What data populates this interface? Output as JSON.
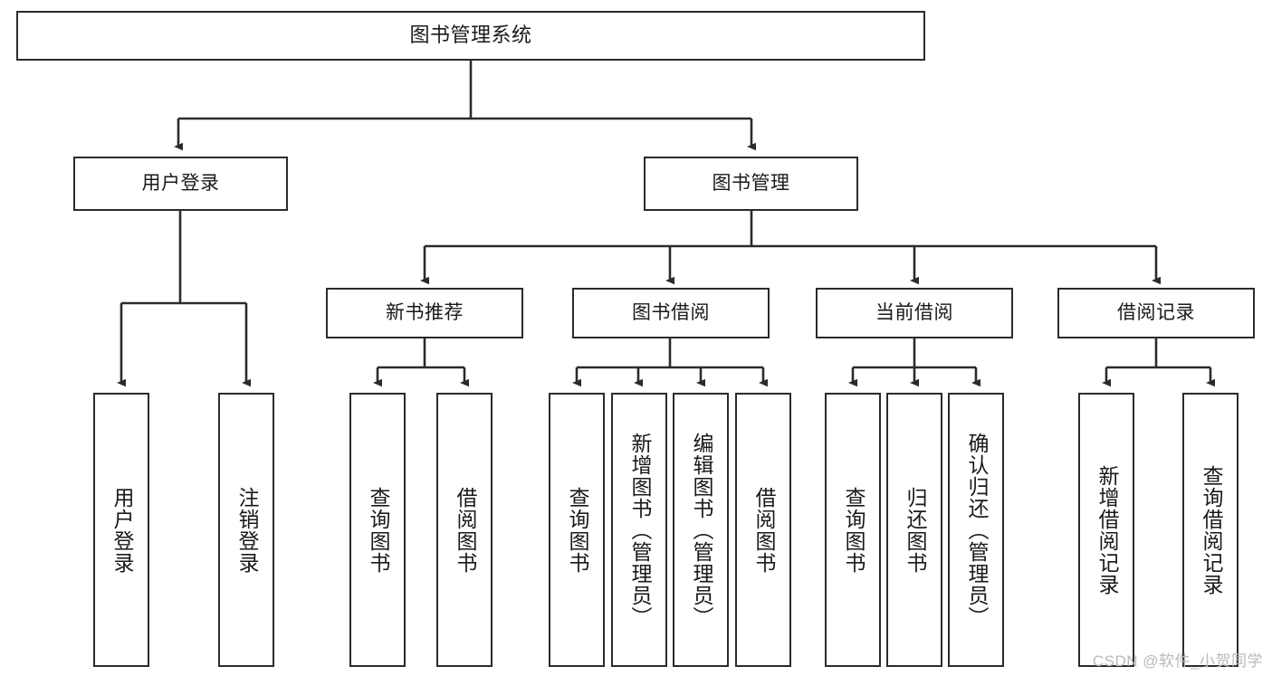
{
  "diagram": {
    "title": "图书管理系统",
    "type": "tree-hierarchy",
    "watermark": "CSDN @软件_小贺同学",
    "colors": {
      "stroke": "#2b2b2b",
      "fill": "#ffffff",
      "text": "#1a1a1a",
      "watermark": "#b9b9b9"
    }
  },
  "nodes": {
    "root": {
      "label": "图书管理系统",
      "orientation": "horizontal"
    },
    "level2": [
      {
        "id": "user_login",
        "label": "用户登录",
        "orientation": "horizontal"
      },
      {
        "id": "book_manage",
        "label": "图书管理",
        "orientation": "horizontal"
      }
    ],
    "level3": [
      {
        "id": "new_book_rec",
        "label": "新书推荐",
        "orientation": "horizontal"
      },
      {
        "id": "book_borrow",
        "label": "图书借阅",
        "orientation": "horizontal"
      },
      {
        "id": "current_borrow",
        "label": "当前借阅",
        "orientation": "horizontal"
      },
      {
        "id": "borrow_record",
        "label": "借阅记录",
        "orientation": "horizontal"
      }
    ],
    "leaves": [
      {
        "id": "leaf_user_login",
        "label": "用户登录",
        "orientation": "vertical",
        "parent": "user_login"
      },
      {
        "id": "leaf_logout",
        "label": "注销登录",
        "orientation": "vertical",
        "parent": "user_login"
      },
      {
        "id": "leaf_query_book_1",
        "label": "查询图书",
        "orientation": "vertical",
        "parent": "new_book_rec"
      },
      {
        "id": "leaf_borrow_book_1",
        "label": "借阅图书",
        "orientation": "vertical",
        "parent": "new_book_rec"
      },
      {
        "id": "leaf_query_book_2",
        "label": "查询图书",
        "orientation": "vertical",
        "parent": "book_borrow"
      },
      {
        "id": "leaf_add_book",
        "label": "新增图书（管理员）",
        "orientation": "vertical",
        "parent": "book_borrow"
      },
      {
        "id": "leaf_edit_book",
        "label": "编辑图书（管理员）",
        "orientation": "vertical",
        "parent": "book_borrow"
      },
      {
        "id": "leaf_borrow_book_2",
        "label": "借阅图书",
        "orientation": "vertical",
        "parent": "book_borrow"
      },
      {
        "id": "leaf_query_book_3",
        "label": "查询图书",
        "orientation": "vertical",
        "parent": "current_borrow"
      },
      {
        "id": "leaf_return_book",
        "label": "归还图书",
        "orientation": "vertical",
        "parent": "current_borrow"
      },
      {
        "id": "leaf_confirm_return",
        "label": "确认归还（管理员）",
        "orientation": "vertical",
        "parent": "current_borrow"
      },
      {
        "id": "leaf_add_record",
        "label": "新增借阅记录",
        "orientation": "vertical",
        "parent": "borrow_record"
      },
      {
        "id": "leaf_query_record",
        "label": "查询借阅记录",
        "orientation": "vertical",
        "parent": "borrow_record"
      }
    ]
  }
}
